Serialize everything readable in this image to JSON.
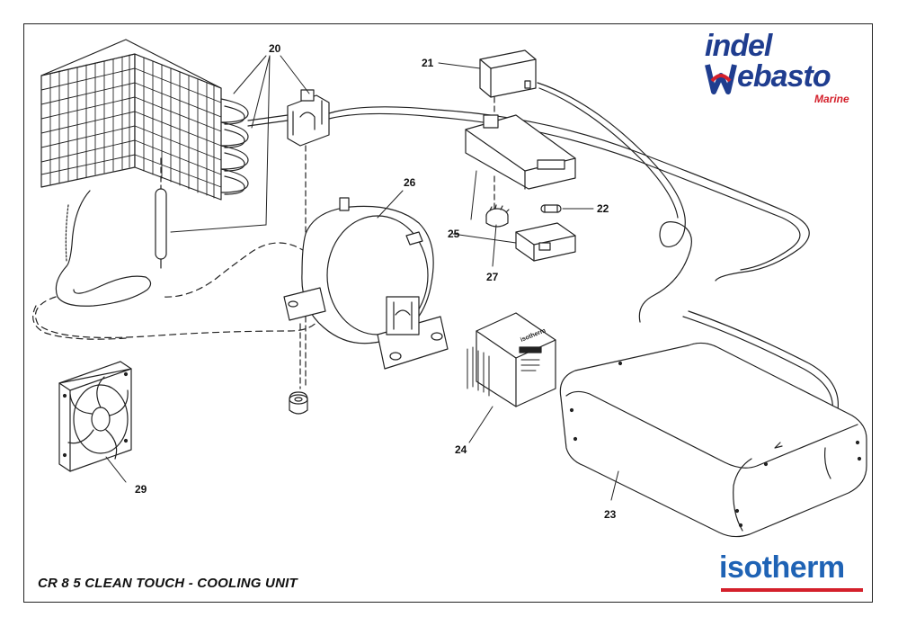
{
  "caption": "CR 8 5 CLEAN TOUCH - COOLING UNIT",
  "brand": {
    "indel": "indel",
    "webasto": "ebasto",
    "marine": "Marine",
    "isotherm": "isotherm",
    "colors": {
      "blue": "#1f3d8f",
      "red": "#d4202b",
      "isotherm_blue": "#1f63b5"
    }
  },
  "callouts": {
    "c20": "20",
    "c21": "21",
    "c22": "22",
    "c23": "23",
    "c24": "24",
    "c25": "25",
    "c26": "26",
    "c27": "27",
    "c29": "29"
  },
  "labels": {
    "thermostat_box": "isotherm"
  }
}
